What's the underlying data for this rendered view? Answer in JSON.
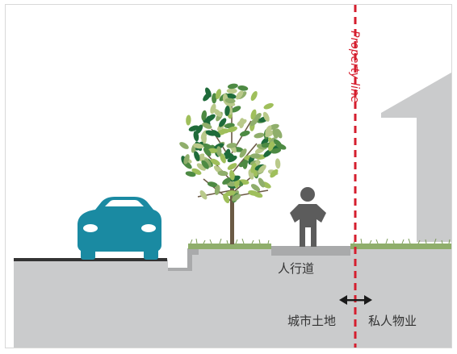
{
  "labels": {
    "property_line": "Property line",
    "sidewalk": "人行道",
    "city_land": "城市土地",
    "private_property": "私人物业"
  },
  "colors": {
    "ground": "#cacbcc",
    "car": "#1a8aa2",
    "property_line": "#d51e2e",
    "grass": "#8fae6b",
    "person": "#5c5c5c",
    "house": "#cacbcc",
    "road": "#333333",
    "trunk": "#6b5a45"
  },
  "icons": [
    "car-icon",
    "tree-icon",
    "person-icon",
    "house-icon",
    "double-arrow-icon"
  ]
}
